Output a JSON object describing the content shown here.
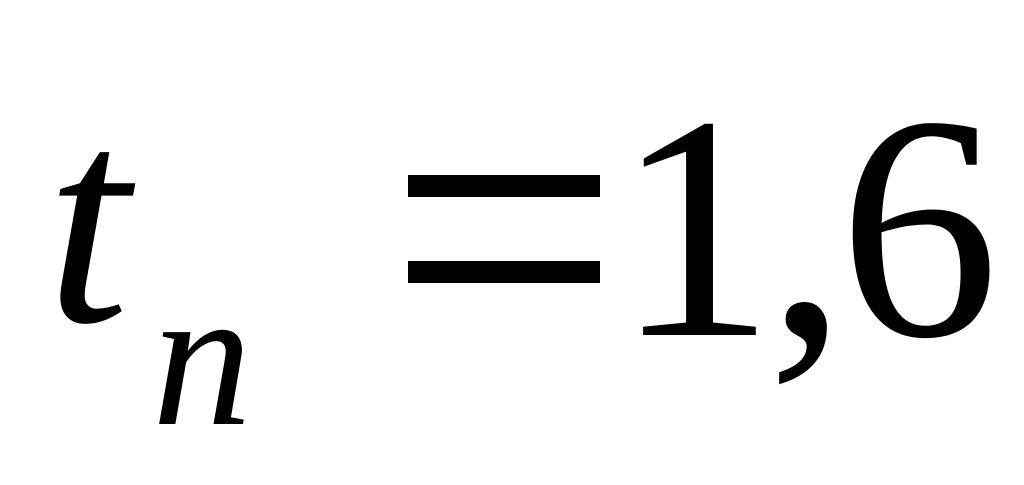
{
  "formula": {
    "variable": "t",
    "subscript": "n",
    "operator": "=",
    "value": "1,6"
  }
}
